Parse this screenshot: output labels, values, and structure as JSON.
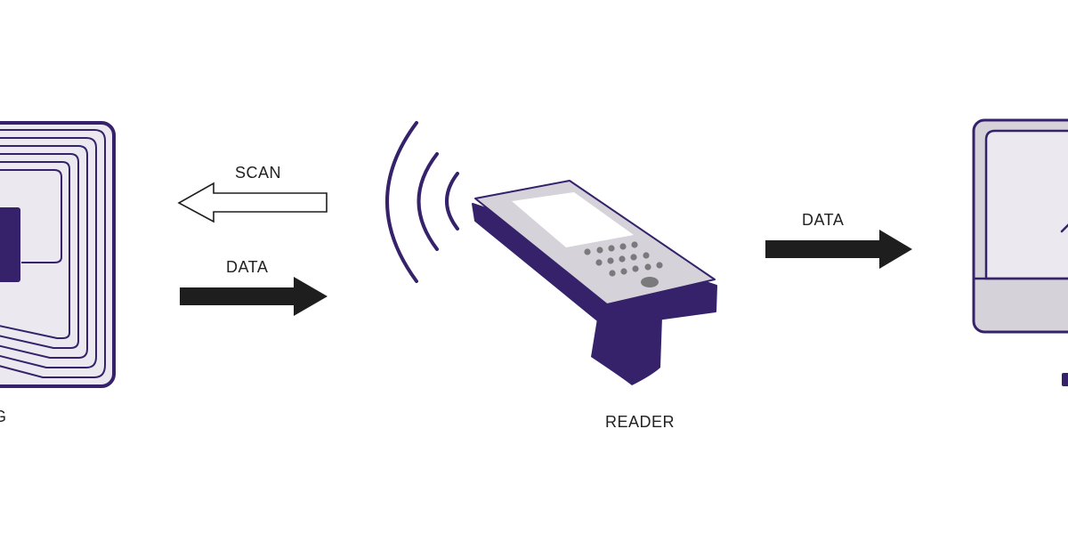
{
  "labels": {
    "scan": "SCAN",
    "data_tag_to_reader": "DATA",
    "data_reader_to_computer": "DATA",
    "reader": "READER",
    "tag_partial": "G"
  },
  "colors": {
    "brand_purple": "#35226a",
    "panel_light": "#ebe9ef",
    "panel_gray": "#d5d3d9",
    "button_gray": "#7a7a7c",
    "arrow_dark": "#1e1e1e",
    "text": "#222222"
  },
  "icons": {
    "tag": "rfid-tag-icon",
    "reader": "handheld-reader-icon",
    "waves": "radio-waves-icon",
    "computer": "monitor-icon"
  }
}
